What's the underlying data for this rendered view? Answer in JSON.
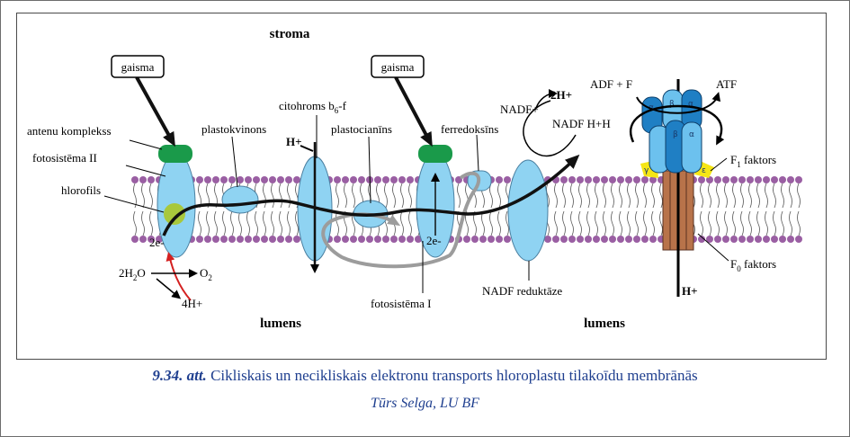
{
  "labels": {
    "stroma": "stroma",
    "lumen_left": "lumens",
    "lumen_right": "lumens",
    "light_1": "gaisma",
    "light_2": "gaisma",
    "antenna": "antenu komplekss",
    "ps2": "fotosistēma II",
    "chlorophyll": "hlorofils",
    "plastoquinone": "plastokvinons",
    "cytochrome_main": "citohroms b",
    "cytochrome_sub": "6",
    "cytochrome_end": "-f",
    "plastocyanin": "plastocianīns",
    "ferredoxin": "ferredoksīns",
    "ps1": "fotosistēma I",
    "nadp_reductase": "NADF reduktāze",
    "h_plus_cyt": "H+",
    "nadp_plus": "NADF+",
    "two_h_plus": "2H+",
    "nadph": "NADF H+H",
    "adp": "ADF + F",
    "atp": "ATF",
    "f1_main": "F",
    "f1_sub": "1",
    "f1_end": " faktors",
    "f0_main": "F",
    "f0_sub": "0",
    "f0_end": " faktors",
    "h_plus_bottom": "H+",
    "electron_ps2": "2e-",
    "electron_ps1": "2e-",
    "water": "2H",
    "water_sub": "2",
    "water_end": "O",
    "oxygen": "O",
    "oxygen_sub": "2",
    "four_h": "4H+",
    "alpha": "α",
    "beta": "β",
    "gamma": "γ",
    "epsilon": "ε"
  },
  "caption": {
    "number": "9.34. att.",
    "text": " Cikliskais un necikliskais elektronu transports hloroplastu tilakoīdu membrānās"
  },
  "credit": "Tūrs Selga, LU BF",
  "colors": {
    "protein": "#8fd3f2",
    "antenna": "#1a9a4a",
    "chlorophyll": "#a8c83c",
    "lipid_head": "#9a5fa3",
    "atp_alpha": "#6cc1ee",
    "atp_beta": "#1f7fc4",
    "atp_stalk": "#b8734a",
    "atp_yellow": "#f5e616",
    "cyclic_path": "#9c9c9c",
    "water_arrow": "#d42020",
    "caption": "#1f3f8f"
  }
}
